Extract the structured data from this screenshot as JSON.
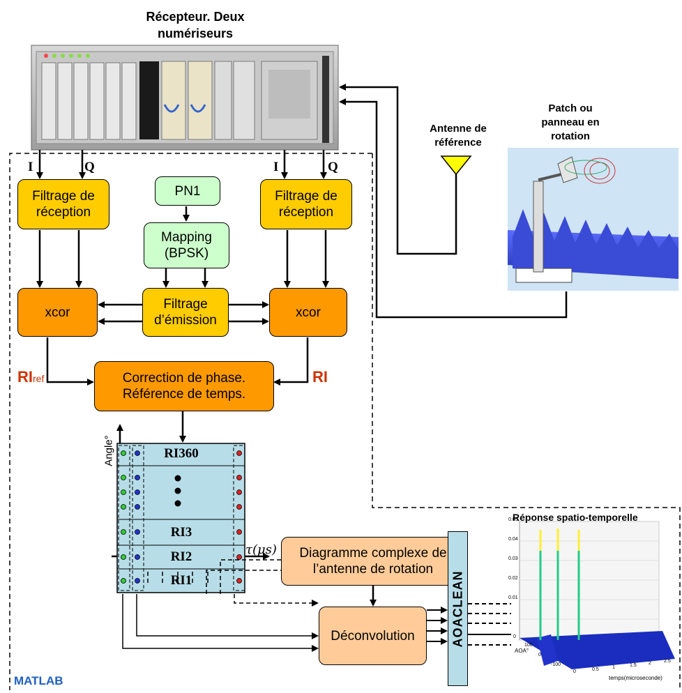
{
  "title_receiver": "Récepteur. Deux numériseurs",
  "antenna_ref_label": "Antenne de référence",
  "patch_label": "Patch ou panneau en rotation",
  "iq": {
    "i_left": "I",
    "q_left": "Q",
    "i_right": "I",
    "q_right": "Q"
  },
  "boxes": {
    "filter_rx_left": "Filtrage de réception",
    "filter_rx_right": "Filtrage de réception",
    "pn1": "PN1",
    "mapping": "Mapping (BPSK)",
    "filter_tx": "Filtrage d’émission",
    "xcor_left": "xcor",
    "xcor_right": "xcor",
    "phase_correction": "Correction de phase. Référence de temps.",
    "antenna_pattern": "Diagramme complexe de l’antenne de rotation",
    "deconvolution": "Déconvolution",
    "aoaclean": "AOACLEAN"
  },
  "ri_labels": {
    "ri_ref_main": "RI",
    "ri_ref_sub": "ref",
    "ri": "RI"
  },
  "matrix": {
    "angle_axis": "Angle°",
    "rows": [
      "RI360",
      "RI3",
      "RI2",
      "RI1"
    ],
    "tau_axis": "τ(μs)"
  },
  "matlab_label": "MATLAB",
  "response": {
    "title": "Réponse spatio-temporelle",
    "z_ticks": [
      "0.05",
      "0.04",
      "0.03",
      "0.02",
      "0.01",
      "0"
    ],
    "aoa_ticks": [
      "100",
      "0",
      "-100"
    ],
    "aoa_label": "AOA°",
    "time_ticks": [
      "0",
      "0.5",
      "1",
      "1.5",
      "2",
      "2.5"
    ],
    "time_label": "temps(microseconde)"
  },
  "colors": {
    "yellow_box": "#ffcc00",
    "green_box": "#ccffcc",
    "orange_box": "#ff9900",
    "peach_box": "#ffcc99",
    "matrix_fill": "#b7dde8",
    "ri_text": "#cc3300",
    "matlab_text": "#1f5fbf"
  }
}
